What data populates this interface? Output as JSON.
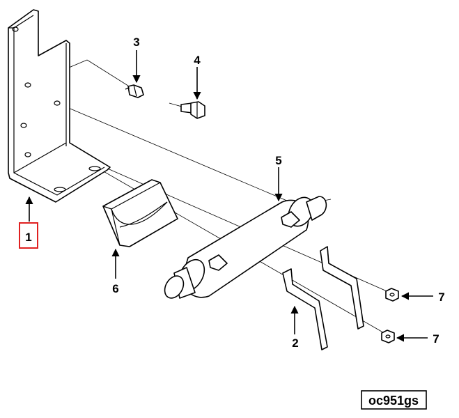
{
  "callouts": [
    {
      "id": "c1",
      "text": "1",
      "highlight": true
    },
    {
      "id": "c2",
      "text": "2",
      "highlight": false
    },
    {
      "id": "c3",
      "text": "3",
      "highlight": false
    },
    {
      "id": "c4",
      "text": "4",
      "highlight": false
    },
    {
      "id": "c5",
      "text": "5",
      "highlight": false
    },
    {
      "id": "c6",
      "text": "6",
      "highlight": false
    },
    {
      "id": "c7a",
      "text": "7",
      "highlight": false
    },
    {
      "id": "c7b",
      "text": "7",
      "highlight": false
    }
  ],
  "highlight_color": "#e02020",
  "figure_code": "oc951gs"
}
